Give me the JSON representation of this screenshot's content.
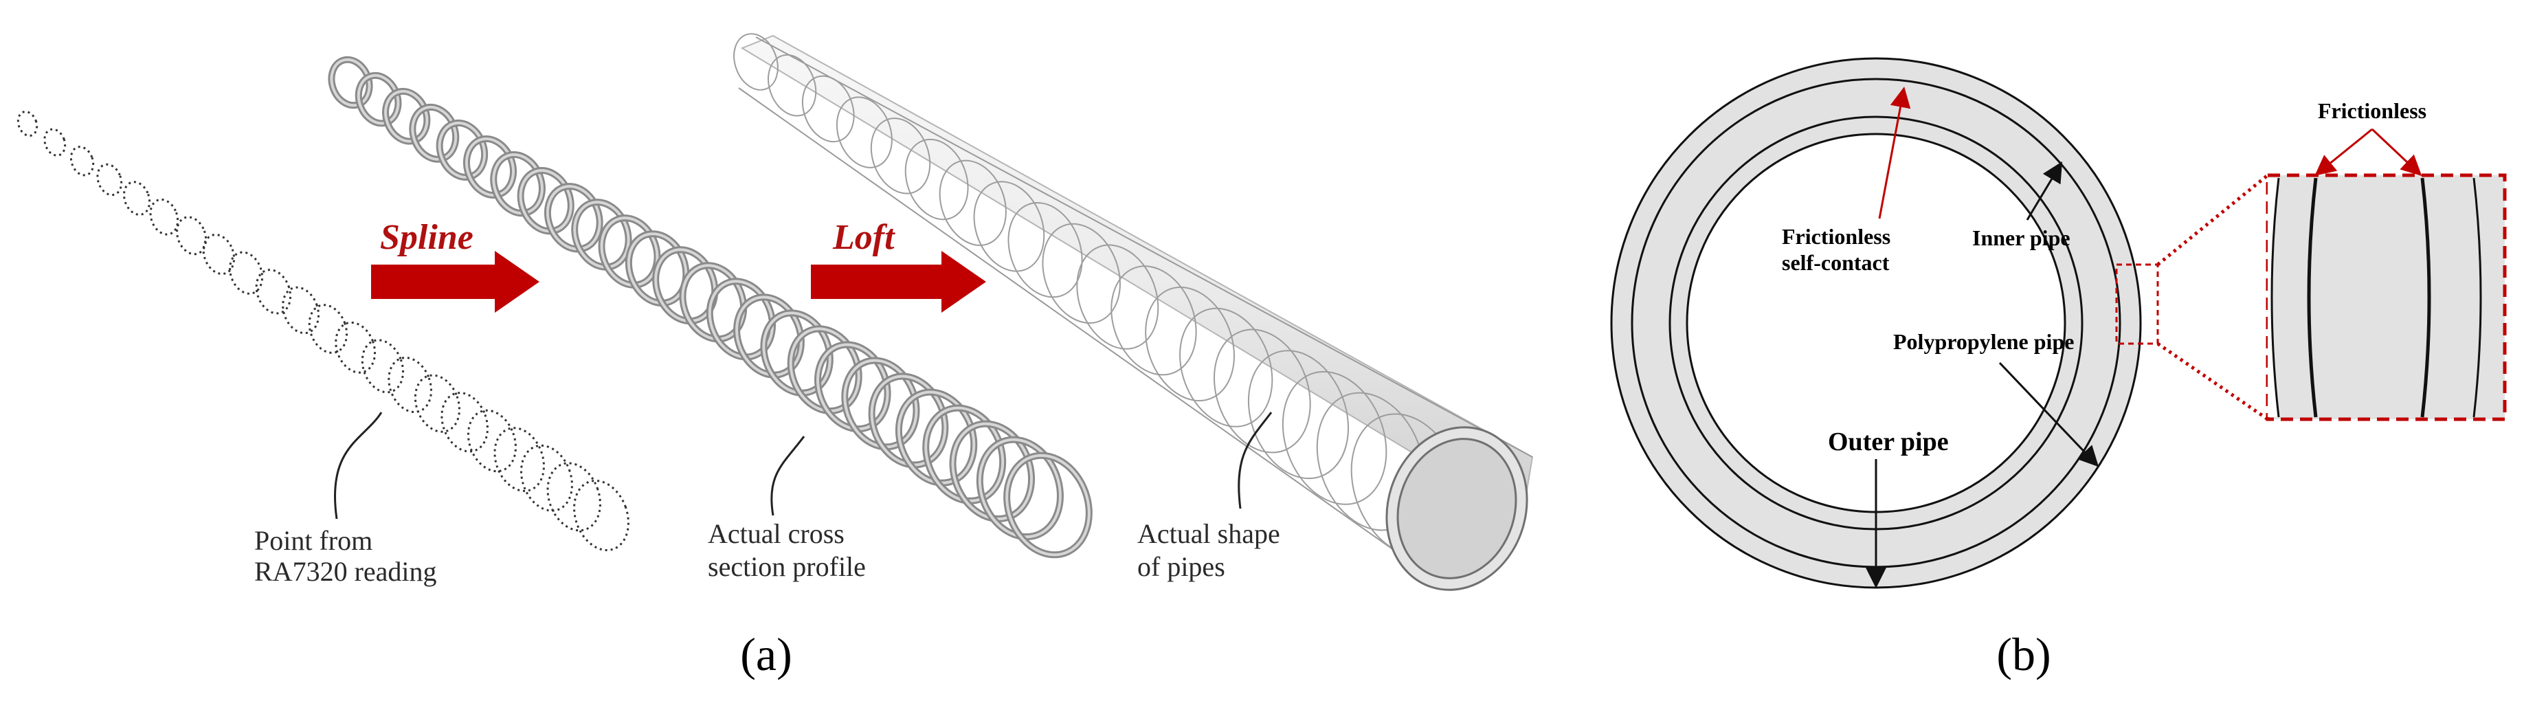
{
  "panel_a": {
    "panel_label": "(a)",
    "step1_arrow_label": "Spline",
    "step2_arrow_label": "Loft",
    "points_label_line1": "Point from",
    "points_label_line2": "RA7320 reading",
    "profile_label_line1": "Actual cross",
    "profile_label_line2": "section profile",
    "shape_label_line1": "Actual shape",
    "shape_label_line2": "of pipes"
  },
  "panel_b": {
    "panel_label": "(b)",
    "contact_label_line1": "Frictionless",
    "contact_label_line2": "self-contact",
    "inner_pipe_label": "Inner pipe",
    "polypropylene_label": "Polypropylene pipe",
    "outer_pipe_label": "Outer pipe",
    "zoom_label": "Frictionless"
  },
  "colors": {
    "accent_red": "#c00000",
    "arrow_red": "#b01010",
    "pipe_fill": "#e2e2e2",
    "line_dark": "#111111"
  }
}
